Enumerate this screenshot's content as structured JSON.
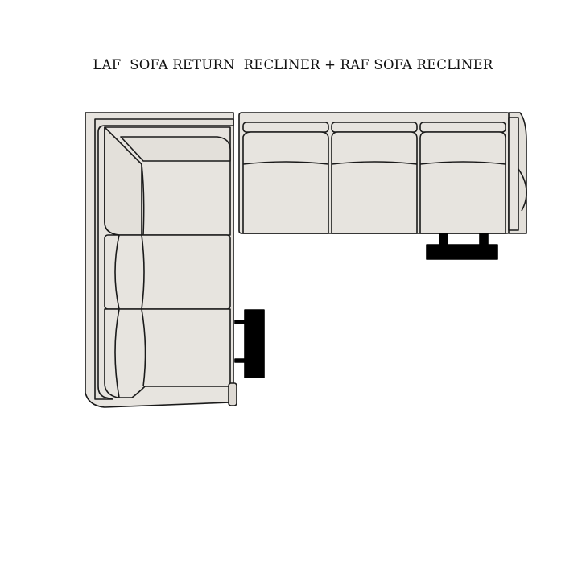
{
  "title": "LAF  SOFA RETURN  RECLINER + RAF SOFA RECLINER",
  "colors": {
    "upholstery": "#e7e4df",
    "outline": "#1a1a1a",
    "footrest": "#000000",
    "background": "#ffffff"
  },
  "pieces": [
    {
      "name": "laf-sofa-return-recliner",
      "seats": 3,
      "recliner_footrest": true
    },
    {
      "name": "raf-sofa-recliner",
      "seats": 3,
      "recliner_footrest": true
    }
  ]
}
